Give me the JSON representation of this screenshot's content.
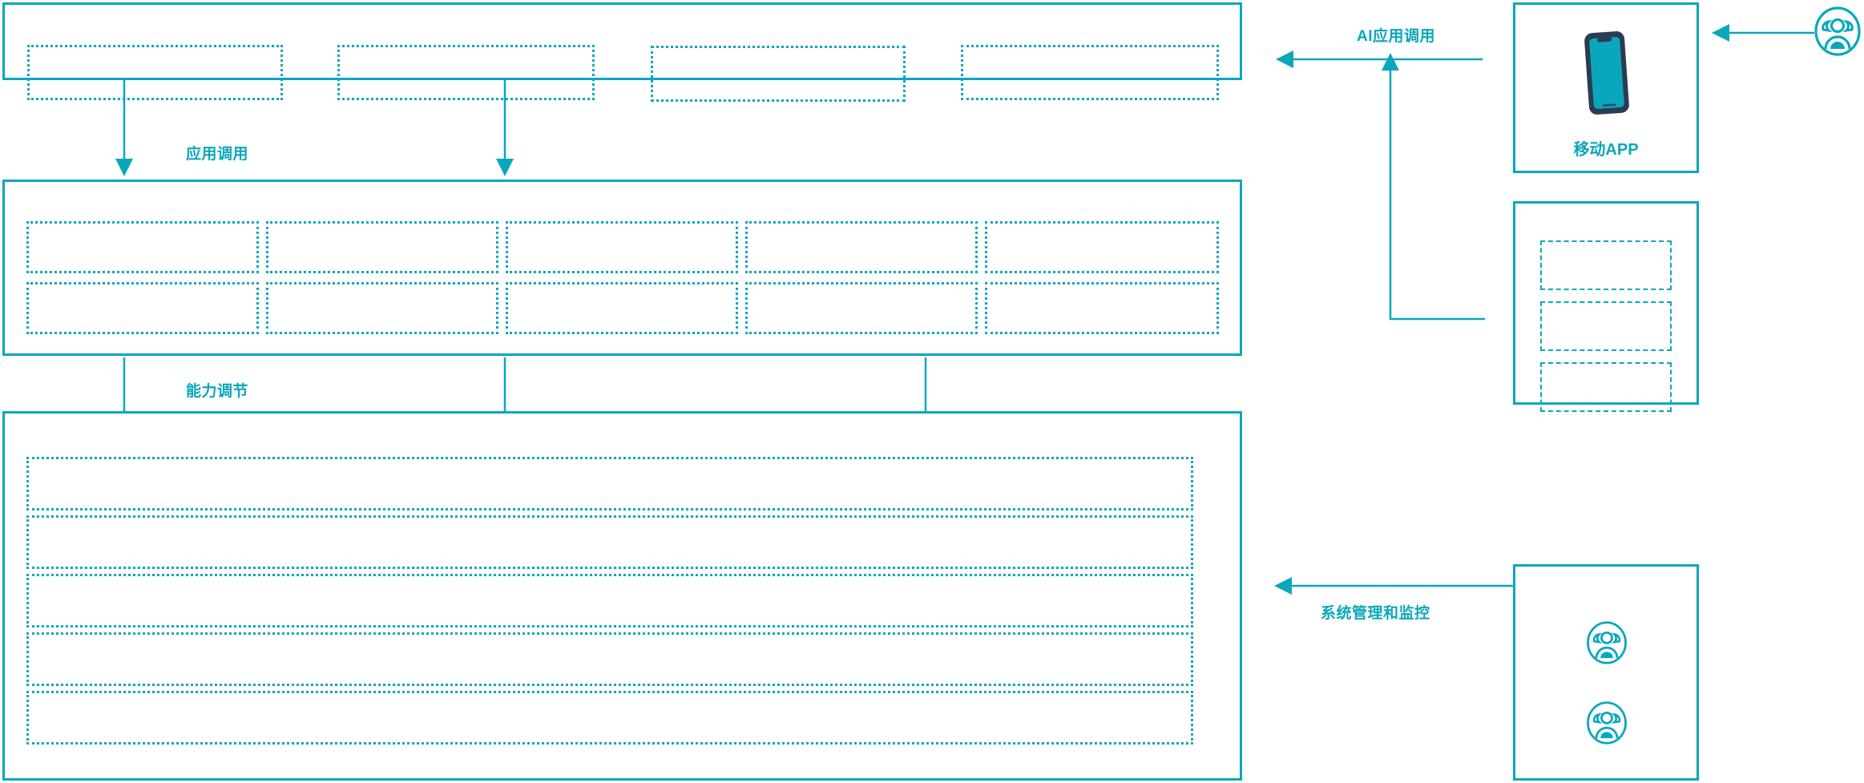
{
  "diagram": {
    "accent_color": "#0aa7bc",
    "phone_body_color": "#2b3c52",
    "phone_screen_color": "#0aa7bc",
    "background": "#ffffff"
  },
  "layers": {
    "application_layer": {
      "name": "application-layer-panel",
      "slots": [
        {
          "label": ""
        },
        {
          "label": ""
        },
        {
          "label": ""
        },
        {
          "label": ""
        }
      ]
    },
    "capability_layer": {
      "name": "capability-layer-panel",
      "columns": [
        {
          "top": {
            "label": ""
          },
          "bottom": {
            "label": ""
          }
        },
        {
          "top": {
            "label": ""
          },
          "bottom": {
            "label": ""
          }
        },
        {
          "top": {
            "label": ""
          },
          "bottom": {
            "label": ""
          }
        },
        {
          "top": {
            "label": ""
          },
          "bottom": {
            "label": ""
          }
        },
        {
          "top": {
            "label": ""
          },
          "bottom": {
            "label": ""
          }
        }
      ]
    },
    "platform_layer": {
      "name": "platform-layer-panel",
      "rows": [
        {
          "label": ""
        },
        {
          "label": ""
        },
        {
          "label": ""
        },
        {
          "label": ""
        },
        {
          "label": ""
        }
      ]
    }
  },
  "flows": {
    "application_call": "应用调用",
    "capability_scheduling": "能力调节",
    "ai_application_call": "AI应用调用",
    "system_management_monitoring": "系统管理和监控"
  },
  "right_column": {
    "mobile_app_card": {
      "caption": "移动APP",
      "icon": "smartphone-icon"
    },
    "channel_card": {
      "name": "channel-card",
      "slots": [
        {
          "label": ""
        },
        {
          "label": ""
        },
        {
          "label": ""
        }
      ]
    },
    "operations_card": {
      "name": "operations-card",
      "icons": [
        {
          "icon": "users-circle-icon"
        },
        {
          "icon": "users-circle-icon"
        }
      ]
    },
    "end_user": {
      "icon": "users-circle-icon"
    }
  }
}
